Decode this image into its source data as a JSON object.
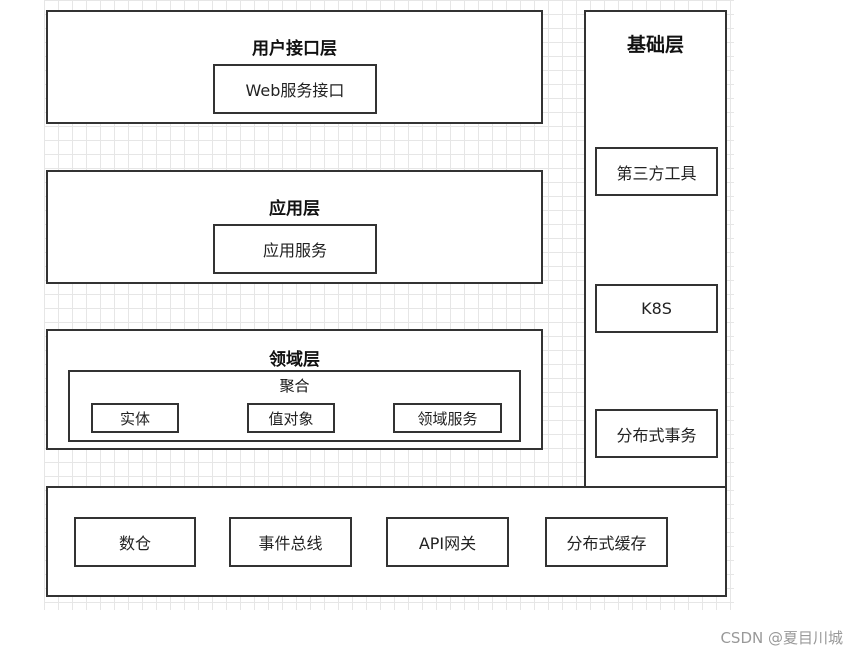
{
  "user_layer": {
    "title": "用户接口层",
    "items": [
      "Web服务接口"
    ]
  },
  "app_layer": {
    "title": "应用层",
    "items": [
      "应用服务"
    ]
  },
  "domain_layer": {
    "title": "领域层",
    "aggregate": {
      "title": "聚合",
      "items": [
        "实体",
        "值对象",
        "领域服务"
      ]
    }
  },
  "infra_layer": {
    "title": "基础层",
    "items": [
      "第三方工具",
      "K8S",
      "分布式事务"
    ]
  },
  "bottom_layer": {
    "items": [
      "数仓",
      "事件总线",
      "API网关",
      "分布式缓存"
    ]
  },
  "watermark": "CSDN @夏目川城"
}
